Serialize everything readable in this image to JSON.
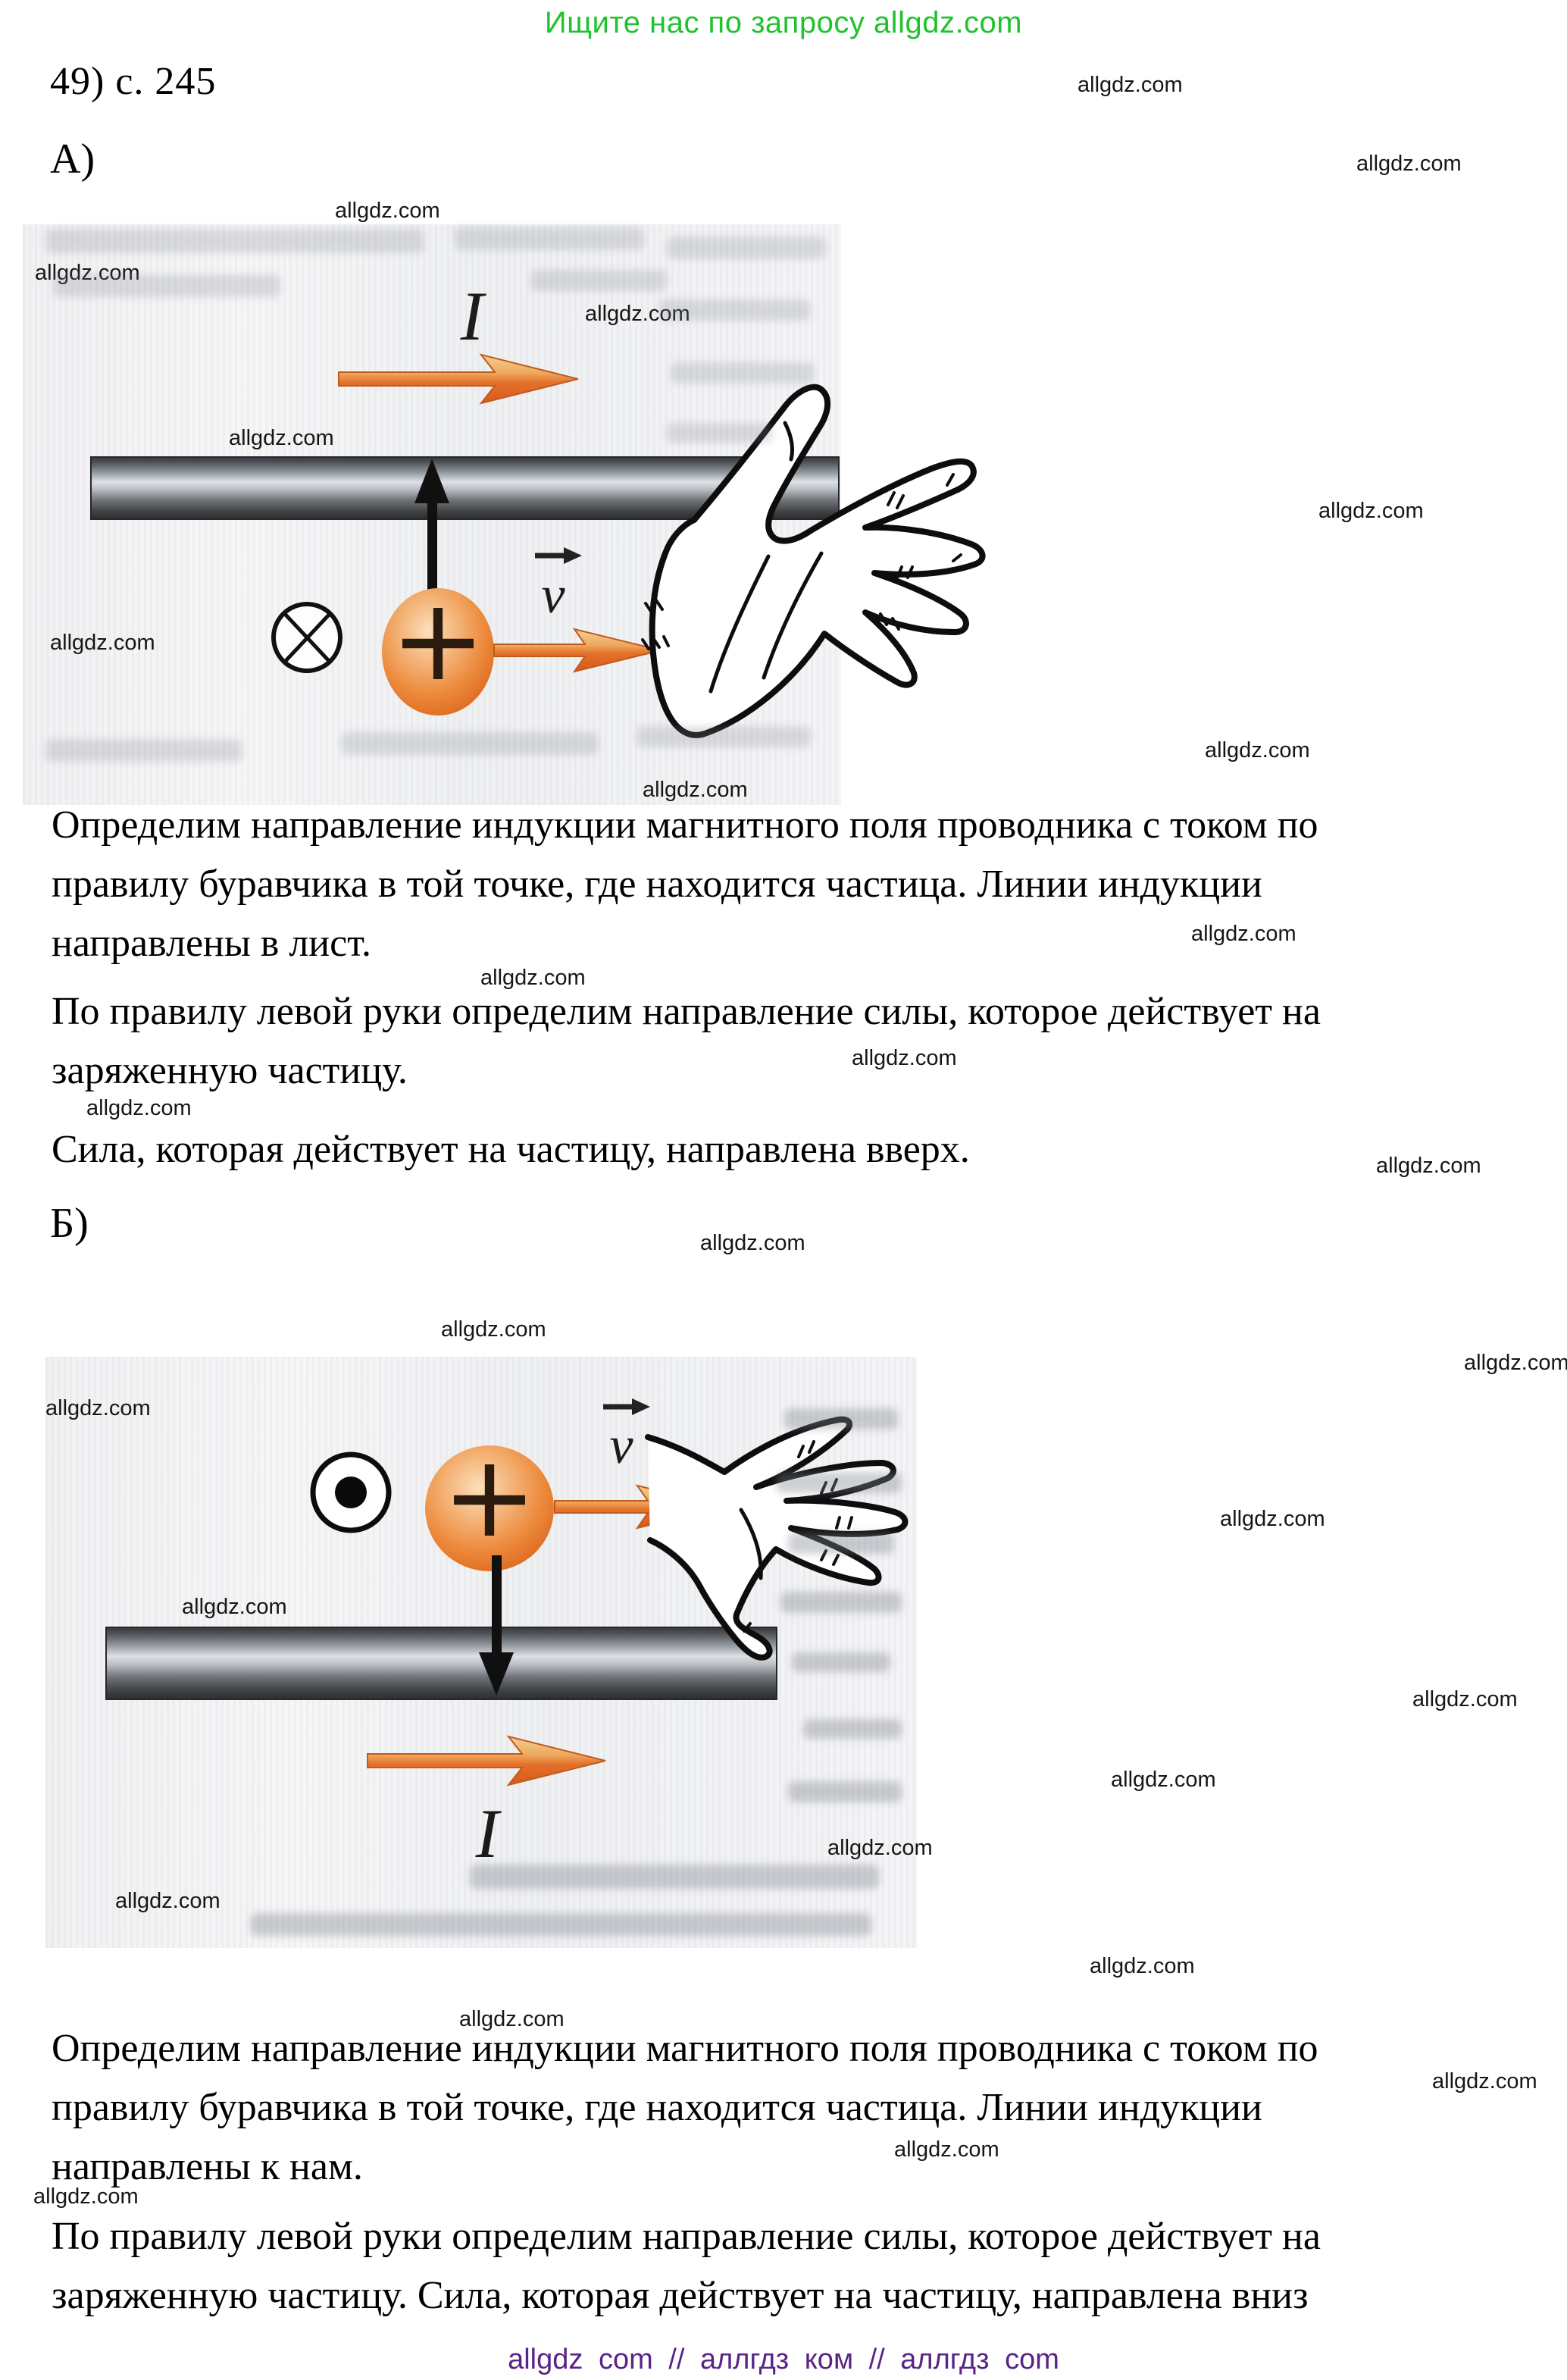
{
  "header": {
    "promo": "Ищите нас по запросу allgdz.com"
  },
  "watermark": {
    "text": "allgdz.com"
  },
  "task": {
    "number_label": "49) с. 245",
    "part_a_label": "А)",
    "part_b_label": "Б)"
  },
  "diagram_a": {
    "current_label": "I",
    "velocity_label": "v",
    "charge_label": "+",
    "field_symbol": "into-page"
  },
  "diagram_b": {
    "current_label": "I",
    "velocity_label": "v",
    "charge_label": "+",
    "field_symbol": "out-of-page"
  },
  "paragraphs": {
    "a1": [
      "Определим направление индукции магнитного поля проводника с током по",
      "правилу буравчика в той точке, где находится частица. Линии индукции",
      "направлены в лист."
    ],
    "a2": [
      "По правилу левой руки определим направление силы, которое действует на",
      "заряженную частицу."
    ],
    "a3": [
      "Сила, которая действует на частицу, направлена вверх."
    ],
    "b1": [
      "Определим направление индукции магнитного поля проводника с током по",
      "правилу буравчика в той точке, где находится частица. Линии индукции",
      "направлены к нам."
    ],
    "b2": [
      "По правилу левой руки определим направление силы, которое действует на",
      "заряженную частицу. Сила, которая действует на частицу, направлена вниз"
    ]
  },
  "footer": {
    "text": "allgdz com // аллгдз ком // аллгдз com"
  },
  "colors": {
    "promo_green": "#20c32e",
    "footer_purple": "#5a2487",
    "arrow_orange": "#e4702a",
    "particle_orange": "#ec8a3c",
    "rod_gray": "#8f959b"
  }
}
